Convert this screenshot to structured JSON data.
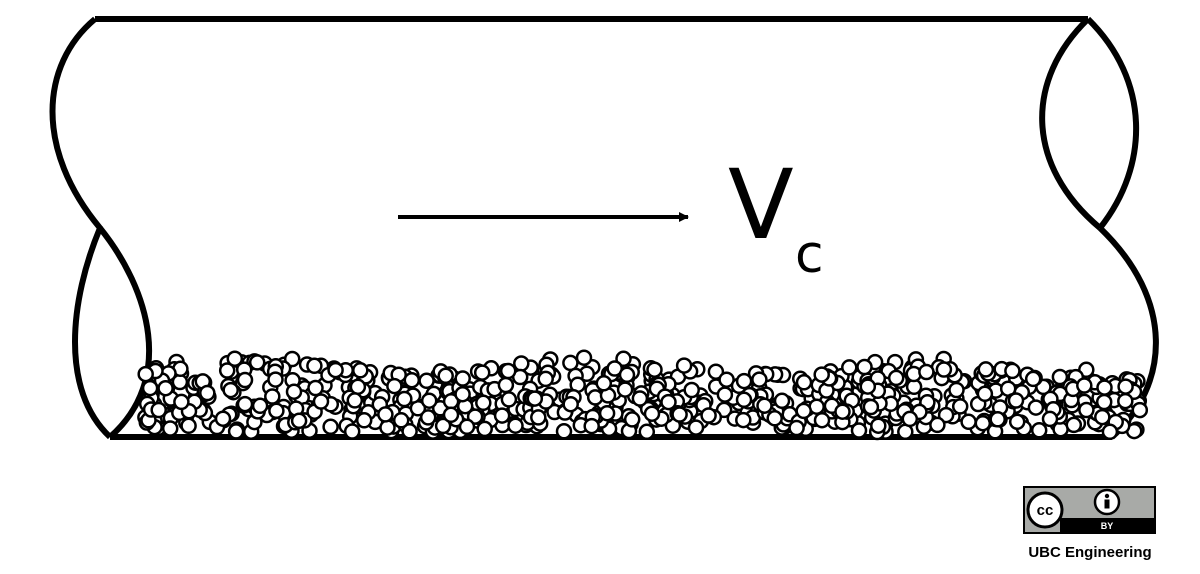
{
  "diagram": {
    "velocity_symbol": "V",
    "velocity_subscript": "c"
  },
  "license": {
    "cc_symbol": "cc",
    "by_label": "BY",
    "credit": "UBC Engineering"
  },
  "colors": {
    "stroke": "#000000",
    "background": "#ffffff",
    "badge_gray": "#a8aaa7"
  }
}
